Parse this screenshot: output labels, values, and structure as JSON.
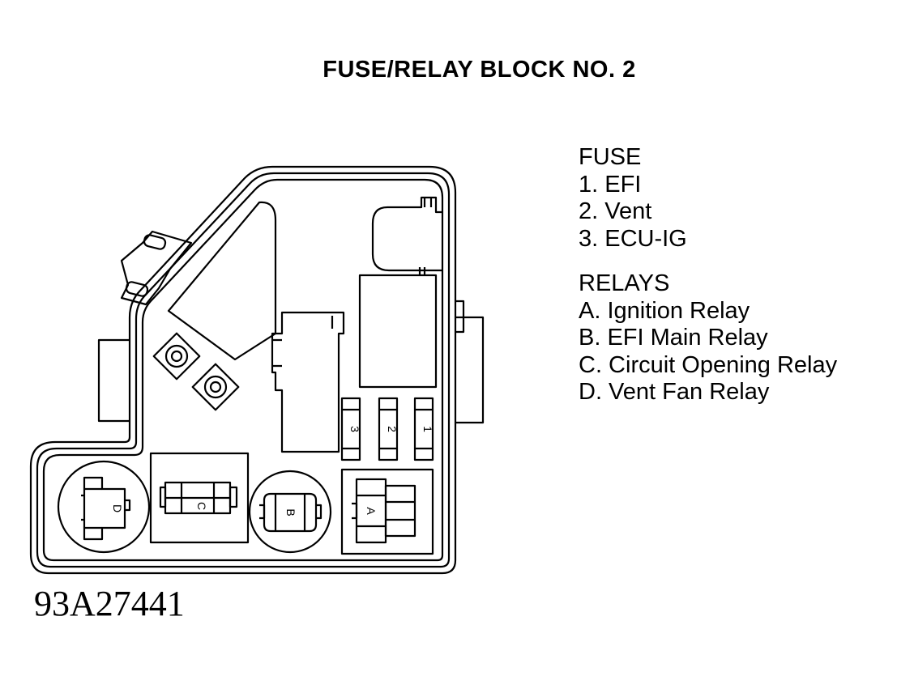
{
  "title": "FUSE/RELAY BLOCK NO. 2",
  "legend": {
    "fuse_heading": "FUSE",
    "fuses": [
      "1. EFI",
      "2. Vent",
      "3. ECU-IG"
    ],
    "relays_heading": "RELAYS",
    "relays": [
      "A. Ignition Relay",
      "B. EFI Main Relay",
      "C. Circuit Opening Relay",
      "D. Vent Fan Relay"
    ]
  },
  "diagram_labels": {
    "fuse_1": "1",
    "fuse_2": "2",
    "fuse_3": "3",
    "relay_a": "A",
    "relay_b": "B",
    "relay_c": "C",
    "relay_d": "D"
  },
  "figure_code": "93A27441"
}
